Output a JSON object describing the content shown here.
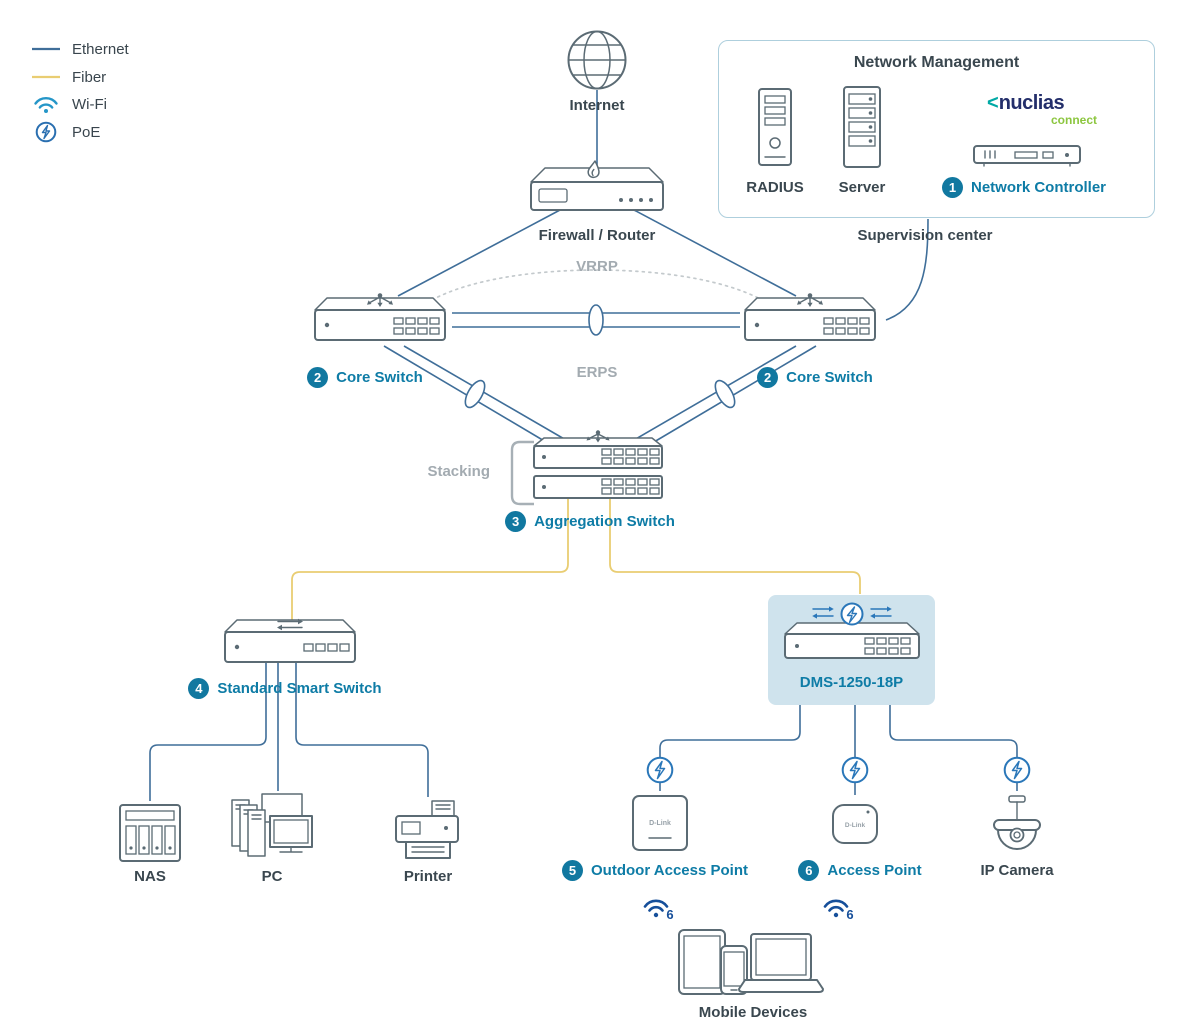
{
  "legend": {
    "ethernet": "Ethernet",
    "fiber": "Fiber",
    "wifi": "Wi-Fi",
    "poe": "PoE"
  },
  "annotations": {
    "vrrp": "VRRP",
    "erps": "ERPS",
    "stacking": "Stacking"
  },
  "management": {
    "title": "Network Management",
    "radius": "RADIUS",
    "server": "Server",
    "brand": {
      "name": "nuclias",
      "sub": "connect"
    },
    "controller": {
      "num": "1",
      "label": "Network Controller"
    },
    "caption": "Supervision center"
  },
  "nodes": {
    "internet": "Internet",
    "firewall": "Firewall / Router",
    "core_left": {
      "num": "2",
      "label": "Core Switch"
    },
    "core_right": {
      "num": "2",
      "label": "Core Switch"
    },
    "aggregation": {
      "num": "3",
      "label": "Aggregation Switch"
    },
    "smart_switch": {
      "num": "4",
      "label": "Standard Smart Switch"
    },
    "poe_switch": "DMS-1250-18P",
    "nas": "NAS",
    "pc": "PC",
    "printer": "Printer",
    "outdoor_ap": {
      "num": "5",
      "label": "Outdoor Access Point",
      "brand": "D-Link"
    },
    "access_point": {
      "num": "6",
      "label": "Access Point",
      "brand": "D-Link"
    },
    "ip_camera": "IP Camera",
    "mobile": "Mobile Devices"
  },
  "wifi6_badge": "6",
  "colors": {
    "ethernet_line": "#3f6e99",
    "fiber_line": "#e9cd72",
    "accent_teal": "#0e7ca6",
    "badge_bg": "#1178a0",
    "highlight_bg": "#cfe3ed",
    "device_stroke": "#5b6b74",
    "wifi6": "#164f9a"
  }
}
